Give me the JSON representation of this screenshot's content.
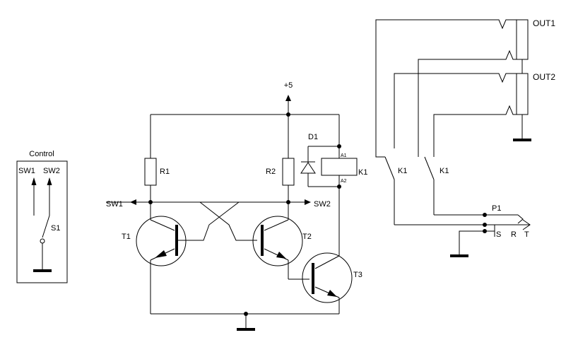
{
  "control_panel": {
    "title": "Control",
    "sw1": "SW1",
    "sw2": "SW2",
    "switch": "S1"
  },
  "components": {
    "supply": "+5",
    "r1": "R1",
    "r2": "R2",
    "d1": "D1",
    "k1": "K1",
    "k1_pin_a1": "A1",
    "k1_pin_a2": "A2",
    "sw1": "SW1",
    "sw2": "SW2",
    "t1": "T1",
    "t2": "T2",
    "t3": "T3",
    "k1_contact_a": "K1",
    "k1_contact_b": "K1",
    "out1": "OUT1",
    "out2": "OUT2",
    "p1": "P1",
    "jack_s": "S",
    "jack_r": "R",
    "jack_t": "T"
  }
}
